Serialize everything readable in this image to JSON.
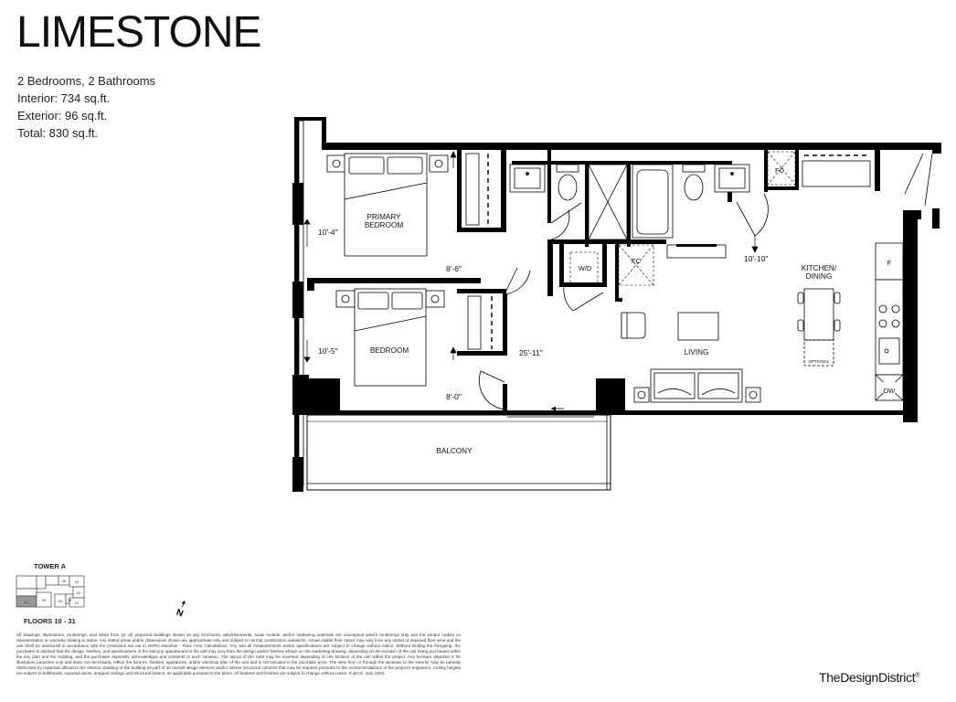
{
  "unit": {
    "name": "LIMESTONE",
    "specs": [
      "2 Bedrooms, 2 Bathrooms",
      "Interior: 734 sq.ft.",
      "Exterior: 96 sq.ft.",
      "Total: 830 sq.ft."
    ]
  },
  "rooms": {
    "primary_bedroom": [
      "PRIMARY",
      "BEDROOM"
    ],
    "bedroom": "BEDROOM",
    "living": "LIVING",
    "kitchen_dining": [
      "KITCHEN/",
      "DINING"
    ],
    "balcony": "BALCONY",
    "optional": "OPTIONAL"
  },
  "fixtures": {
    "fc": "FC",
    "wd": "W/D",
    "fridge": "F",
    "dishwasher": "DW"
  },
  "dimensions": {
    "primary_bedroom_width": "10'-4\"",
    "bedroom_width": "10'-5\"",
    "primary_bedroom_depth": "8'-6\"",
    "bedroom_depth": "8'-0\"",
    "living_depth": "25'-11\"",
    "kitchen_width": "10'-10\""
  },
  "keyplan": {
    "tower": "TOWER A",
    "floors": "FLOORS 10 - 31",
    "suites": [
      "01",
      "02",
      "03",
      "04",
      "05",
      "06",
      "07",
      "08"
    ],
    "north": "N"
  },
  "disclaimer": "All drawings, illustrations, renderings, and views from (or of) proposed buildings shown on any brochures, advertisements, scale models, and/or marketing materials are conceptual artist's renderings only and the vendor makes no representation or warranty relating to same. Any stated areas and/or dimensions shown are approximate only and subject to normal construction variances. Actual usable floor space may vary from any stated or depicted floor area and the unit shall be measured in accordance with the provisions set out in HCRA Directive - Floor Area Calculations. Any and all measurements and/or specifications are subject to change without notice. Without limiting the foregoing, the purchaser is advised that the design, finishes, and specifications of the balcony appurtenant to the unit may vary from the design and/or finishes shown on the marketing drawing, depending on the location of the unit being purchased within the key plan and the building, and the purchaser expressly acknowledges and consents to such variation. The layout of the suite may be reversed depending on the location of the unit within the project. Any furniture depicted is for illustration purposes only and does not necessarily reflect the fixtures, finishes, appliances, and/or electrical plan of the unit and is not included in the purchase price. The view from or through the windows to the exterior may be partially obstructed by materials affixed to the exterior cladding of the building as part of an overall design element and/or interior structural columns that may be required pursuant to the recommendations of the project's engineers. Ceiling heights are subject to bulkheads, exposed ducts, dropped ceilings and structural beams, as applicable pursuant to the plans. All features and finishes are subject to change without notice. E.&O.E. July, 2022.",
  "brand": {
    "name": "TheDesignDistrict",
    "mark": "®"
  }
}
